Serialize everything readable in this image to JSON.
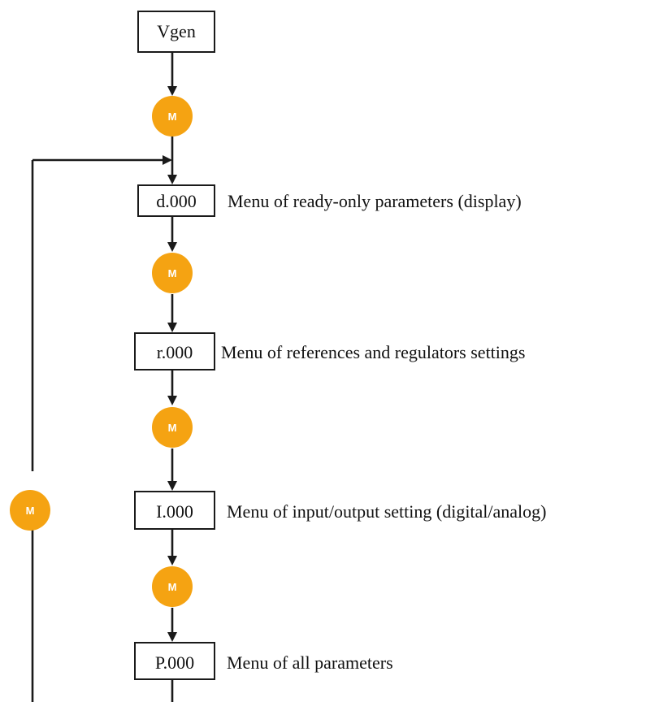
{
  "nodes": [
    {
      "code": "Vgen",
      "description": ""
    },
    {
      "code": "d.000",
      "description": "Menu of ready-only parameters (display)"
    },
    {
      "code": "r.000",
      "description": "Menu of references and regulators settings"
    },
    {
      "code": "I.000",
      "description": "Menu of input/output setting (digital/analog)"
    },
    {
      "code": "P.000",
      "description": "Menu of all parameters"
    }
  ],
  "menu_button": {
    "label": "M",
    "color": "#f5a312"
  }
}
